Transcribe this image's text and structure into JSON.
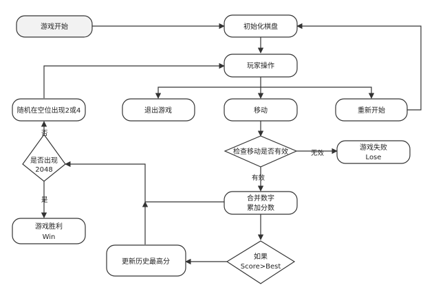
{
  "nodes": {
    "start": "游戏开始",
    "init": "初始化棋盘",
    "play": "玩家操作",
    "exit": "退出游戏",
    "move": "移动",
    "restart": "重新开始",
    "check_move": "检查移动是否有效",
    "lose_1": "游戏失败",
    "lose_2": "Lose",
    "merge_1": "合并数字",
    "merge_2": "累加分数",
    "if_1": "如果",
    "if_2": "Score>Best",
    "update_best": "更新历史最高分",
    "check_2048_1": "是否出现",
    "check_2048_2": "2048",
    "spawn": "随机在空位出现2或4",
    "win_1": "游戏胜利",
    "win_2": "Win"
  },
  "labels": {
    "invalid": "无效",
    "valid": "有效",
    "no": "否",
    "yes": "是"
  }
}
